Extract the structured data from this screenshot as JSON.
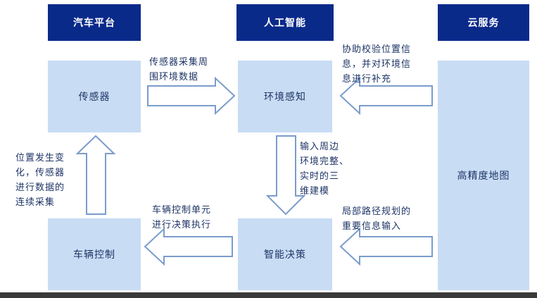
{
  "headers": {
    "vehicle_platform": "汽车平台",
    "ai": "人工智能",
    "cloud_service": "云服务"
  },
  "boxes": {
    "sensor": "传感器",
    "vehicle_control": "车辆控制",
    "env_perception": "环境感知",
    "smart_decision": "智能决策",
    "hd_map": "高精度地图"
  },
  "notes": {
    "sensor_to_env": [
      "传感器采集周",
      "围环境数据"
    ],
    "cloud_to_env": [
      "协助校验位置信",
      "息，并对环境信",
      "息进行补充"
    ],
    "env_to_decision": [
      "输入周边",
      "环境完整、",
      "实时的三",
      "维建模"
    ],
    "cloud_to_decision": [
      "局部路径规划的",
      "重要信息输入"
    ],
    "decision_to_control": [
      "车辆控制单元",
      "进行决策执行"
    ],
    "control_to_sensor": [
      "位置发生变",
      "化，传感器",
      "进行数据的",
      "连续采集"
    ]
  },
  "colors": {
    "header_bg": "#0a2a8a",
    "box_bg": "#c8dcf4",
    "text": "#1e3566",
    "arrow_stroke": "#7a9ccc"
  }
}
